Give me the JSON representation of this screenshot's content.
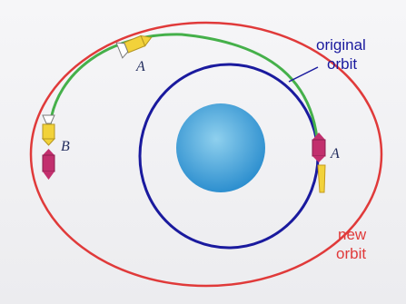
{
  "labels": {
    "original_orbit_line1": "original",
    "original_orbit_line2": "orbit",
    "new_orbit_line1": "new",
    "new_orbit_line2": "orbit",
    "point_a_top": "A",
    "point_a_right": "A",
    "point_b": "B"
  },
  "colors": {
    "original_orbit": "#1a1a9e",
    "original_orbit_label": "#1a1a9e",
    "new_orbit": "#e03a3a",
    "new_orbit_label": "#e03a3a",
    "transfer_path": "#45b04a",
    "planet_light": "#8fd0ee",
    "planet_dark": "#2d8fcf",
    "spacecraft_magenta": "#c2306e",
    "spacecraft_yellow": "#f2d23a",
    "letters": "#1f2a5c"
  },
  "icons": {
    "planet": "planet-icon",
    "spacecraft_at_a": "spacecraft-icon",
    "spacecraft_at_b": "spacecraft-icon",
    "spacecraft_midway": "spacecraft-icon",
    "thrust_flame": "flame-icon"
  }
}
